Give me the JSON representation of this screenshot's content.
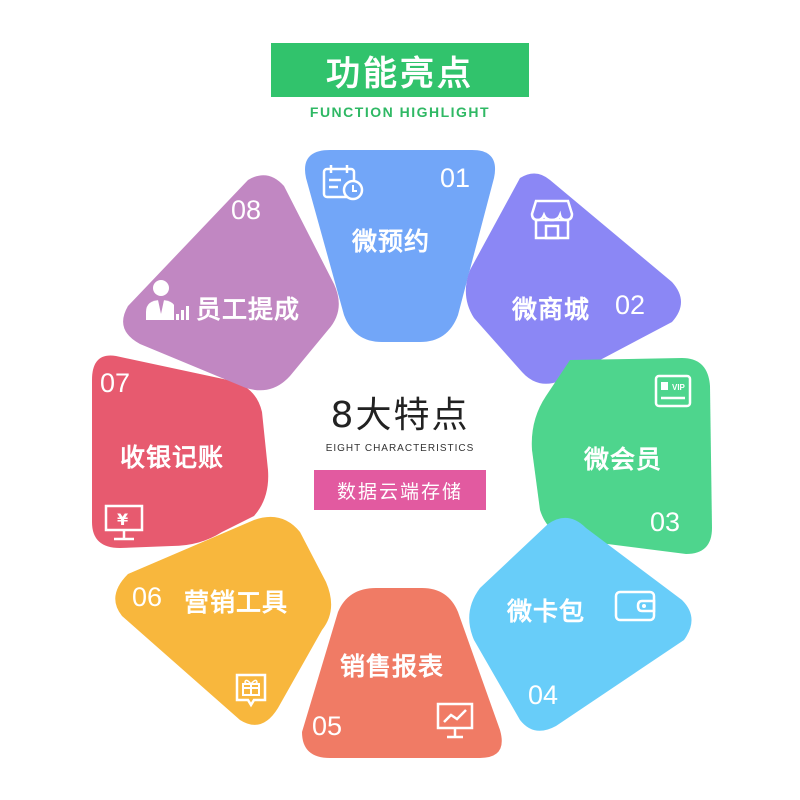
{
  "header": {
    "title": "功能亮点",
    "subtitle": "FUNCTION HIGHLIGHT",
    "color": "#31c36c"
  },
  "center": {
    "title": "8大特点",
    "subtitle": "EIGHT CHARACTERISTICS",
    "tag": "数据云端存储",
    "tag_color": "#e25aa0"
  },
  "features": [
    {
      "number": "01",
      "name": "微预约",
      "color": "#72a6f8",
      "icon": "calendar-clock-icon"
    },
    {
      "number": "02",
      "name": "微商城",
      "color": "#8b87f5",
      "icon": "storefront-icon"
    },
    {
      "number": "03",
      "name": "微会员",
      "color": "#4ed58d",
      "icon": "vip-card-icon"
    },
    {
      "number": "04",
      "name": "微卡包",
      "color": "#68cdf9",
      "icon": "wallet-icon"
    },
    {
      "number": "05",
      "name": "销售报表",
      "color": "#f07b65",
      "icon": "chart-board-icon"
    },
    {
      "number": "06",
      "name": "营销工具",
      "color": "#f8b73d",
      "icon": "gift-icon"
    },
    {
      "number": "07",
      "name": "收银记账",
      "color": "#e75a6f",
      "icon": "cashier-monitor-icon"
    },
    {
      "number": "08",
      "name": "员工提成",
      "color": "#c187c2",
      "icon": "employee-chart-icon"
    }
  ]
}
